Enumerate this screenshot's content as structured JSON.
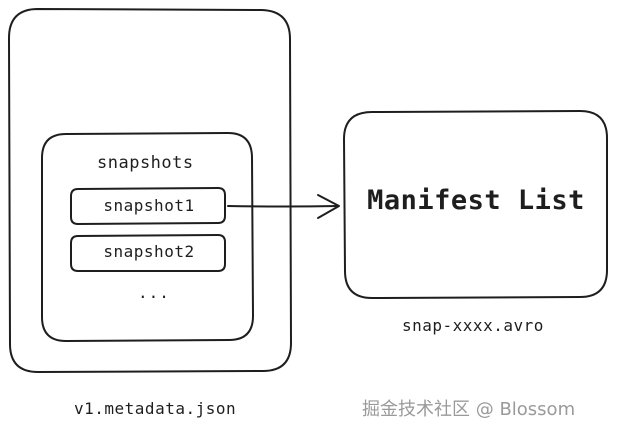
{
  "diagram": {
    "nodes": {
      "metadata_file": {
        "label": "v1.metadata.json"
      },
      "snapshots_group": {
        "label": "snapshots",
        "items": [
          "snapshot1",
          "snapshot2"
        ],
        "more": "..."
      },
      "manifest_list": {
        "label": "Manifest List",
        "file_label": "snap-xxxx.avro"
      }
    },
    "edges": [
      {
        "from": "snapshot1",
        "to": "Manifest List"
      }
    ]
  },
  "watermark": "掘金技术社区 @ Blossom",
  "colors": {
    "stroke": "#1e1e1e",
    "background": "#ffffff",
    "watermark": "#9a9a9a"
  }
}
